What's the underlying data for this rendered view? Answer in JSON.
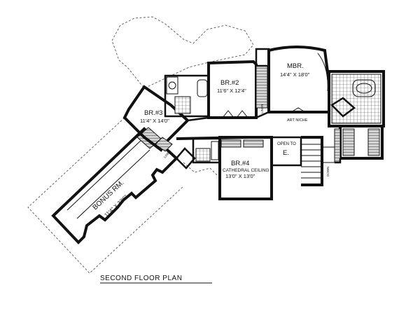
{
  "plan": {
    "title": "SECOND FLOOR PLAN",
    "rooms": {
      "mbr": {
        "name": "MBR.",
        "size": "14'4\" X 18'0\""
      },
      "br2": {
        "name": "BR.#2",
        "size": "11'6\" X 12'4\""
      },
      "br3": {
        "name": "BR.#3",
        "size": "11'4\" X 14'0\""
      },
      "br4": {
        "name": "BR.#4",
        "note": "CATHEDRAL CEILING",
        "size": "13'0\" X 13'0\""
      },
      "bonus": {
        "name": "BONUS RM.",
        "size": "11'4\" X 33'6\""
      }
    },
    "open_to": {
      "line1": "OPEN TO",
      "line2": "E."
    },
    "labels": {
      "art_niche": "ART NICHE",
      "linen_1": "LINEN",
      "linen_2": "LINEN",
      "down": "DOWN"
    }
  }
}
